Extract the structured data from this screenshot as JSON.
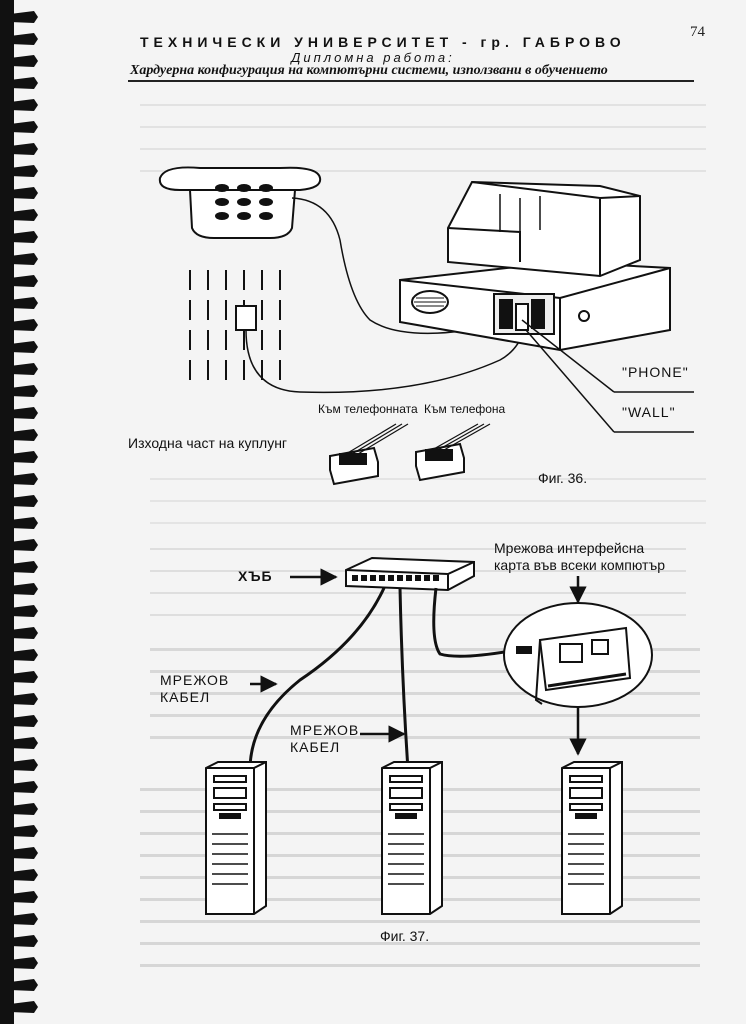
{
  "header": {
    "university": "ТЕХНИЧЕСКИ УНИВЕРСИТЕТ - гр. ГАБРОВО",
    "work_type": "Дипломна работа:",
    "subtitle": "Хардуерна конфигурация на компютърни системи, използвани в обучението",
    "page_number": "74"
  },
  "figure36": {
    "label_phone": "\"PHONE\"",
    "label_wall": "\"WALL\"",
    "to_phone_line": "Към телефонната",
    "to_phone_line_2": "",
    "to_phone": "Към телефона",
    "coupler_output": "Изходна част на куплунг",
    "caption": "Фиг. 36."
  },
  "figure37": {
    "hub_label": "ХЪБ",
    "nic_label_line1": "Мрежова интерфейсна",
    "nic_label_line2": "карта във всеки компютър",
    "cable_label_1_line1": "МРЕЖОВ",
    "cable_label_1_line2": "КАБЕЛ",
    "cable_label_2_line1": "МРЕЖОВ",
    "cable_label_2_line2": "КАБЕЛ",
    "caption": "Фиг. 37."
  },
  "colors": {
    "ink": "#111111",
    "paper": "#f4f4f4",
    "ghost_text": "#d8d8d8"
  }
}
